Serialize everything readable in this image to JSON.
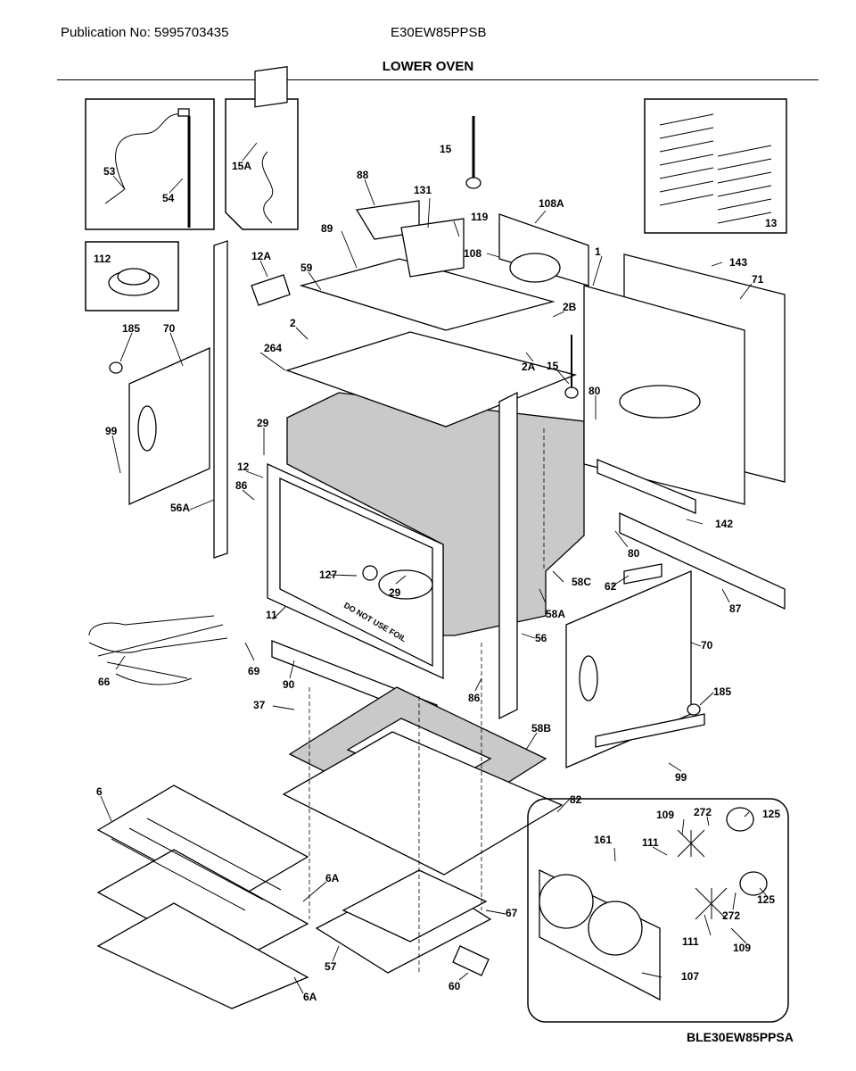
{
  "header": {
    "publication": "Publication No: 5995703435",
    "model": "E30EW85PPSB",
    "title": "LOWER OVEN"
  },
  "footer": {
    "code": "BLE30EW85PPSA"
  },
  "callouts": {
    "c53": "53",
    "c54": "54",
    "c15A": "15A",
    "c13": "13",
    "c112": "112",
    "c15": "15",
    "c88": "88",
    "c131": "131",
    "c119": "119",
    "c108A": "108A",
    "c108": "108",
    "c89": "89",
    "c12A": "12A",
    "c59": "59",
    "c1": "1",
    "c143": "143",
    "c71": "71",
    "c185a": "185",
    "c70a": "70",
    "c2": "2",
    "c2B": "2B",
    "c264": "264",
    "c15b": "15",
    "c2A": "2A",
    "c80a": "80",
    "c29a": "29",
    "c99a": "99",
    "c12": "12",
    "c86a": "86",
    "c56A": "56A",
    "c142": "142",
    "c80b": "80",
    "c127": "127",
    "c29b": "29",
    "c58C": "58C",
    "c62": "62",
    "c58A": "58A",
    "c87": "87",
    "c11": "11",
    "c66": "66",
    "c69": "69",
    "c90": "90",
    "c56": "56",
    "c70b": "70",
    "c86b": "86",
    "c37": "37",
    "c185b": "185",
    "c58B": "58B",
    "c99b": "99",
    "c6": "6",
    "c82": "82",
    "c109a": "109",
    "c272a": "272",
    "c125a": "125",
    "c161": "161",
    "c111a": "111",
    "c6Aa": "6A",
    "c67": "67",
    "c125b": "125",
    "c272b": "272",
    "c111b": "111",
    "c109b": "109",
    "c57": "57",
    "c107": "107",
    "c60": "60",
    "c6Ab": "6A"
  },
  "stamp": "DO NOT USE FOIL"
}
